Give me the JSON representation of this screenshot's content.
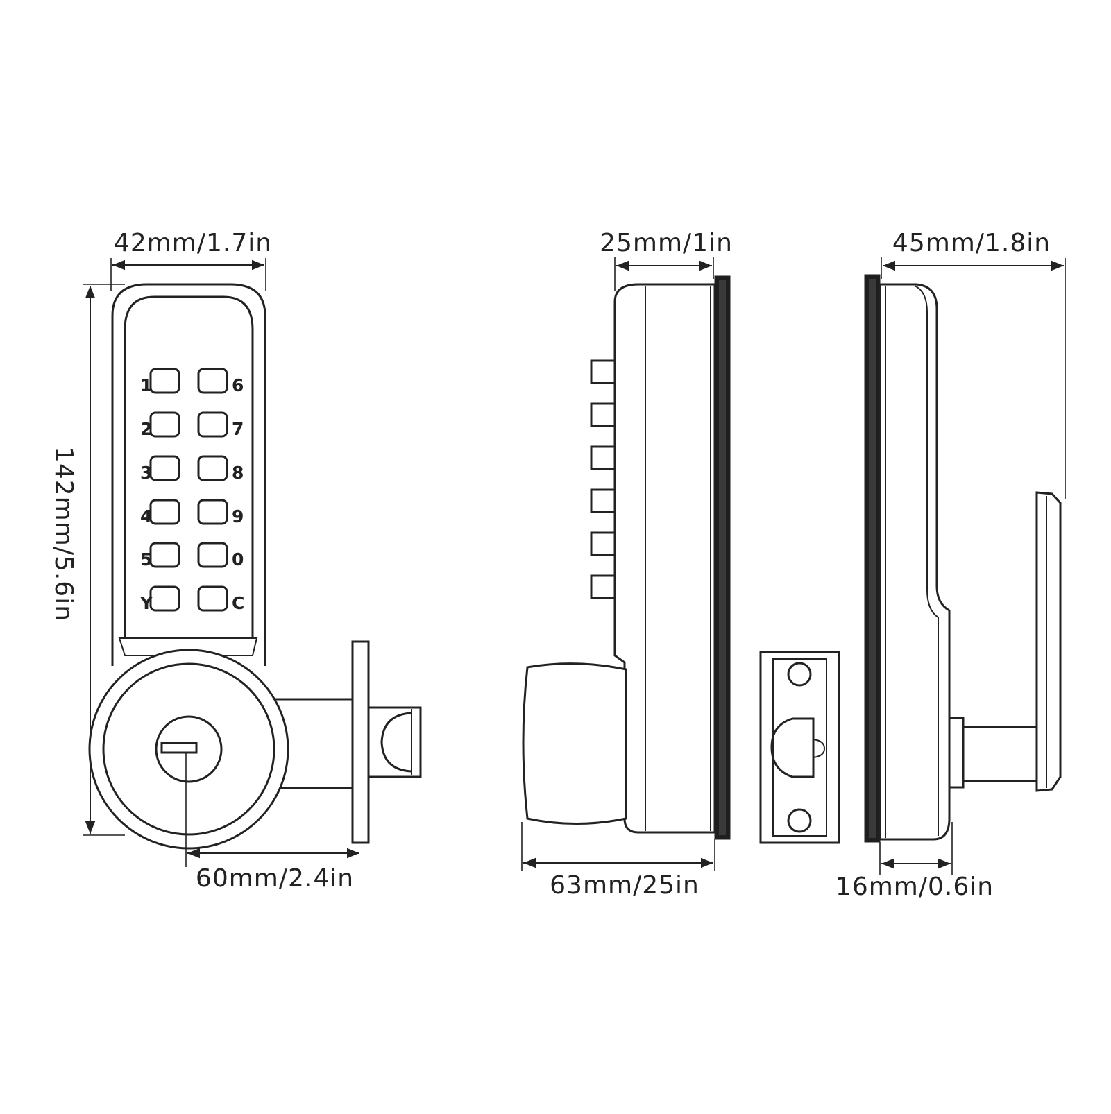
{
  "colors": {
    "line": "#222222",
    "background": "#ffffff"
  },
  "front_view": {
    "width_label": "42mm/1.7in",
    "height_label": "142mm/5.6in",
    "depth_label": "60mm/2.4in",
    "keypad": {
      "left_keys": [
        "1",
        "2",
        "3",
        "4",
        "5",
        "Y"
      ],
      "right_keys": [
        "6",
        "7",
        "8",
        "9",
        "0",
        "C"
      ]
    }
  },
  "side_view": {
    "top_label": "25mm/1in",
    "bottom_label": "63mm/25in"
  },
  "back_view": {
    "top_label": "45mm/1.8in",
    "bottom_label": "16mm/0.6in"
  }
}
